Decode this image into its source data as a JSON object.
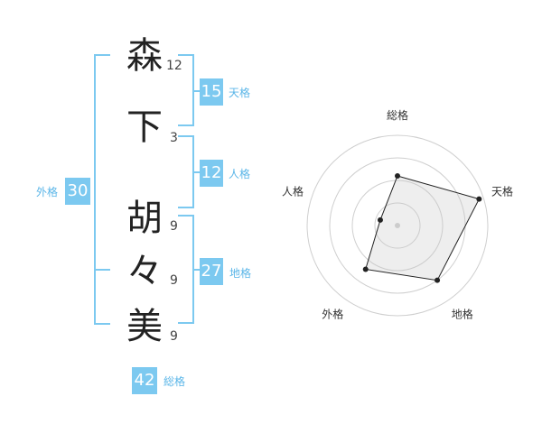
{
  "name": {
    "chars": [
      {
        "char": "森",
        "strokes": "12"
      },
      {
        "char": "下",
        "strokes": "3"
      },
      {
        "char": "胡",
        "strokes": "9"
      },
      {
        "char": "々",
        "strokes": "9"
      },
      {
        "char": "美",
        "strokes": "9"
      }
    ]
  },
  "fortunes": {
    "tenkaku": {
      "value": "15",
      "label": "天格"
    },
    "jinkaku": {
      "value": "12",
      "label": "人格"
    },
    "chikaku": {
      "value": "27",
      "label": "地格"
    },
    "gaikaku": {
      "value": "30",
      "label": "外格"
    },
    "soukaku": {
      "value": "42",
      "label": "総格"
    }
  },
  "colors": {
    "accent": "#7cc9f0",
    "accent_text": "#5bb6e8"
  },
  "chart_data": {
    "type": "radar",
    "axes": [
      "総格",
      "天格",
      "地格",
      "外格",
      "人格"
    ],
    "values": [
      0.55,
      0.95,
      0.75,
      0.6,
      0.2
    ],
    "ylim": [
      0,
      1
    ]
  }
}
